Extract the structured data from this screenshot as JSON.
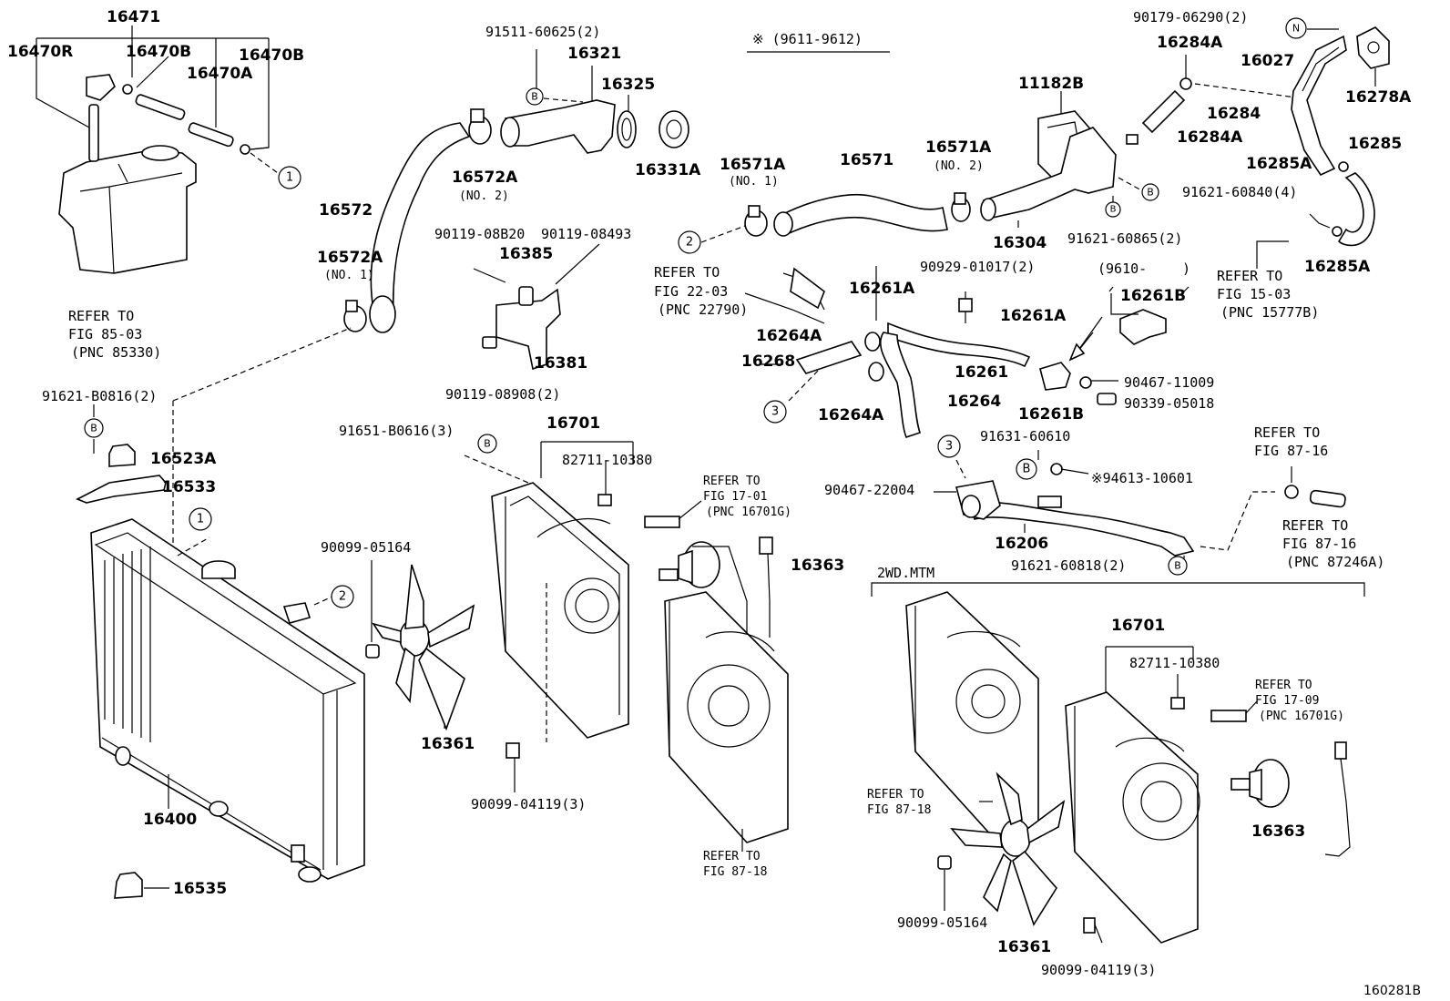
{
  "diagram": {
    "labels": {
      "p16471": "16471",
      "p16470R": "16470R",
      "p16470B_1": "16470B",
      "p16470A": "16470A",
      "p16470B_2": "16470B",
      "p91511": "91511-60625(2)",
      "p16321": "16321",
      "p16325": "16325",
      "p16572A_2": "16572A",
      "no2_a": "(NO. 2)",
      "p16331A": "16331A",
      "p16572": "16572",
      "p16572A_1": "16572A",
      "no1_a": "(NO. 1)",
      "p90119_0820": "90119-08B20",
      "p90119_08493": "90119-08493",
      "p16385": "16385",
      "p90119_08908": "90119-08908(2)",
      "p16381": "16381",
      "ref1": "REFER TO",
      "ref1b": "FIG 85-03",
      "ref1c": "(PNC 85330)",
      "p91621_B0816": "91621-B0816(2)",
      "p16523A": "16523A",
      "p16533": "16533",
      "p91651": "91651-B0616(3)",
      "p16701_a": "16701",
      "p82711_a": "82711-10380",
      "ref2": "REFER TO",
      "ref2b": "FIG 17-01",
      "ref2c": "(PNC 16701G)",
      "p90099_05164_a": "90099-05164",
      "p16363_a": "16363",
      "p16361_a": "16361",
      "p16400": "16400",
      "p90099_04119_a": "90099-04119(3)",
      "ref3": "REFER TO",
      "ref3b": "FIG 87-18",
      "p16535": "16535",
      "note_period": "※ (9611-9612)",
      "p16571A_1": "16571A",
      "no1_b": "(NO. 1)",
      "p16571": "16571",
      "p16571A_2": "16571A",
      "no2_b": "(NO. 2)",
      "p11182B": "11182B",
      "p16304": "16304",
      "p91621_60865": "91621-60865(2)",
      "p91621_60840": "91621-60840(4)",
      "p90179": "90179-06290(2)",
      "p16284A_1": "16284A",
      "p16027": "16027",
      "p16278A": "16278A",
      "p16284": "16284",
      "p16284A_2": "16284A",
      "p16285": "16285",
      "p16285A_1": "16285A",
      "p16285A_2": "16285A",
      "ref4": "REFER TO",
      "ref4b": "FIG 15-03",
      "ref4c": "(PNC 15777B)",
      "ref5": "REFER TO",
      "ref5b": "FIG 22-03",
      "ref5c": "(PNC 22790)",
      "p90929": "90929-01017(2)",
      "p9610": "(9610-",
      "p9610b": ")",
      "p16261B_1": "16261B",
      "p16261A_1": "16261A",
      "p16261A_2": "16261A",
      "p16264A_1": "16264A",
      "p16268": "16268",
      "p16261": "16261",
      "p16264": "16264",
      "p16264A_2": "16264A",
      "p16261B_2": "16261B",
      "p90467_11009": "90467-11009",
      "p90339": "90339-05018",
      "p91631": "91631-60610",
      "p94613": "※94613-10601",
      "p90467_22004": "90467-22004",
      "p16206": "16206",
      "p91621_60818": "91621-60818(2)",
      "ref6": "REFER TO",
      "ref6b": "FIG 87-16",
      "ref7": "REFER TO",
      "ref7b": "FIG 87-16",
      "ref7c": "(PNC 87246A)",
      "section_2wd": "2WD.MTM",
      "p16701_b": "16701",
      "p82711_b": "82711-10380",
      "ref8": "REFER TO",
      "ref8b": "FIG 17-09",
      "ref8c": "(PNC 16701G)",
      "ref9": "REFER TO",
      "ref9b": "FIG 87-18",
      "p16363_b": "16363",
      "p90099_05164_b": "90099-05164",
      "p16361_b": "16361",
      "p90099_04119_b": "90099-04119(3)",
      "fig_id": "160281B"
    },
    "markers": {
      "m1": "1",
      "m2": "2",
      "m3": "3",
      "b": "B",
      "n": "N"
    }
  }
}
